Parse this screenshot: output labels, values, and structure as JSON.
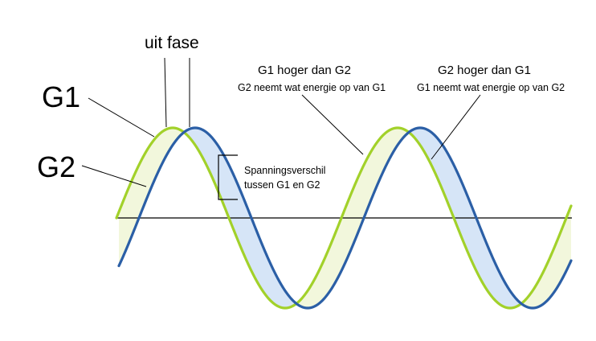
{
  "labels": {
    "g1": "G1",
    "g2": "G2",
    "phase": "uit fase",
    "g1_higher_title": "G1 hoger dan G2",
    "g1_higher_sub": "G2 neemt wat energie op van G1",
    "g2_higher_title": "G2 hoger dan G1",
    "g2_higher_sub": "G1 neemt wat energie op van G2",
    "voltage_diff_line1": "Spanningsverschil",
    "voltage_diff_line2": "tussen G1 en G2"
  },
  "colors": {
    "g1_wave": "#a2d12a",
    "g2_wave": "#2b5fa6",
    "fill_g1_higher": "#f2f7dc",
    "fill_g2_higher": "#d6e5f7",
    "axis": "#000000"
  }
}
